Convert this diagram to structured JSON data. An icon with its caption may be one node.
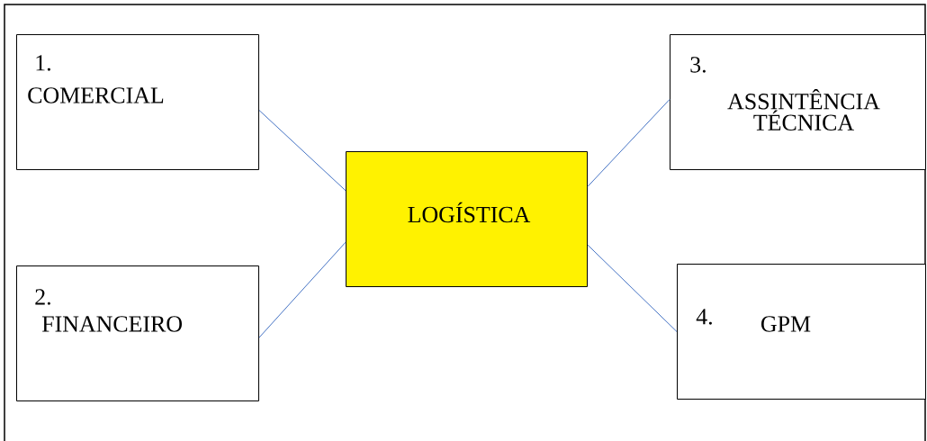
{
  "diagram": {
    "nodes": [
      {
        "text": [
          "1.",
          "COMERCIAL"
        ]
      },
      {
        "text": [
          "2.",
          "FINANCEIRO"
        ]
      },
      {
        "text": [
          "LOGÍSTICA"
        ]
      },
      {
        "text": [
          "3.",
          "ASSINTÊNCIA TÉCNICA"
        ]
      },
      {
        "text": [
          "4.",
          "GPM"
        ]
      }
    ],
    "edges": [
      {
        "from": 0,
        "to": 2,
        "arrow": "none"
      },
      {
        "from": 1,
        "to": 2,
        "arrow": "none"
      },
      {
        "from": 2,
        "to": 3,
        "arrow": "none"
      },
      {
        "from": 2,
        "to": 4,
        "arrow": "none"
      }
    ]
  }
}
